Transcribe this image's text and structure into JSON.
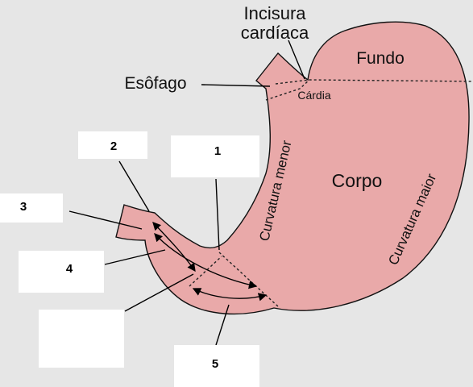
{
  "labels": {
    "incisura_line1": "Incisura",
    "incisura_line2": "cardíaca",
    "fundo": "Fundo",
    "esofago": "Esôfago",
    "cardia": "Cárdia",
    "curvatura_menor": "Curvatura menor",
    "corpo": "Corpo",
    "curvatura_maior": "Curvatura maior"
  },
  "numbers": {
    "n1": "1",
    "n2": "2",
    "n3": "3",
    "n4": "4",
    "n5": "5"
  },
  "colors": {
    "background": "#e6e6e6",
    "stomach_fill": "#e9a9a9",
    "outline": "#111111",
    "answer_box": "#ffffff"
  }
}
